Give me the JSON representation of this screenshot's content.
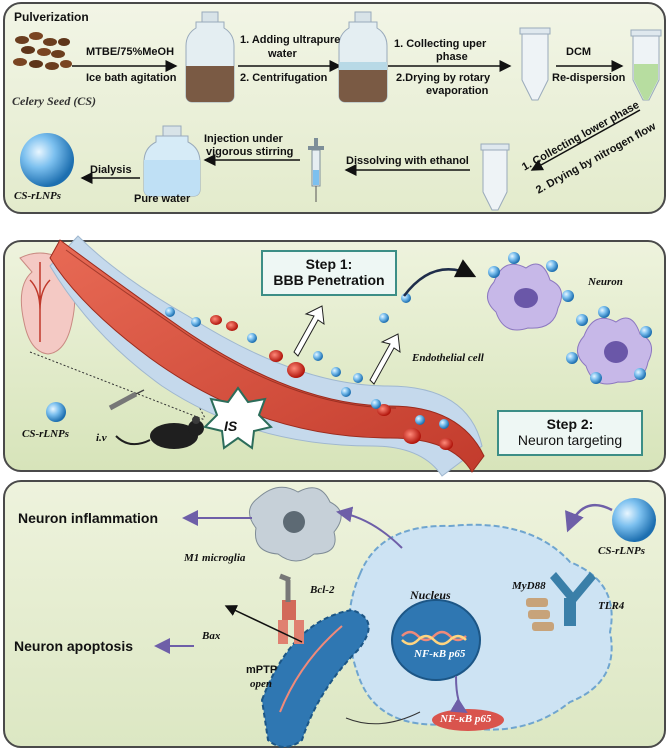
{
  "panel1": {
    "pulverization": "Pulverization",
    "celery_seed": "Celery Seed (CS)",
    "step_mtbe": "MTBE/75%MeOH",
    "step_ice": "Ice bath agitation",
    "step_add1": "1.  Adding ultrapure",
    "step_add1b": "water",
    "step_add2": "2.  Centrifugation",
    "step_collect1": "1.  Collecting uper",
    "step_collect1b": "phase",
    "step_collect2": "2.Drying by rotary",
    "step_collect2b": "evaporation",
    "step_dcm": "DCM",
    "step_redisp": "Re-dispersion",
    "step_lower1": "1.  Collecting lower phase",
    "step_lower2": "2.  Drying by nitrogen flow",
    "step_ethanol": "Dissolving with ethanol",
    "step_inject1": "Injection under",
    "step_inject2": "vigorous stirring",
    "step_dialysis": "Dialysis",
    "pure_water": "Pure water",
    "cs_rlnps": "CS-rLNPs"
  },
  "panel2": {
    "step1_title": "Step 1:",
    "step1_sub": "BBB Penetration",
    "neuron": "Neuron",
    "endothelial": "Endothelial cell",
    "cs_rlnps": "CS-rLNPs",
    "iv": "i.v",
    "is": "IS",
    "step2_title": "Step 2:",
    "step2_sub": "Neuron targeting"
  },
  "panel3": {
    "neuron_inflammation": "Neuron inflammation",
    "m1_microglia": "M1 microglia",
    "bcl2": "Bcl-2",
    "bax": "Bax",
    "neuron_apoptosis": "Neuron apoptosis",
    "mptp1": "mPTP",
    "mptp2": "open",
    "nucleus": "Nucleus",
    "nfkb_nuc": "NF-κB p65",
    "nfkb_cyto": "NF-κB p65",
    "myd88": "MyD88",
    "tlr4": "TLR4",
    "cs_rlnps": "CS-rLNPs"
  },
  "colors": {
    "panel_border": "#4a4a4a",
    "vessel_red": "#c0392b",
    "particle_blue": "#5aa9e6",
    "step_box_border": "#3c8e86",
    "nfkb_red": "#d9544d",
    "arrow_purple": "#6e5fa8"
  }
}
